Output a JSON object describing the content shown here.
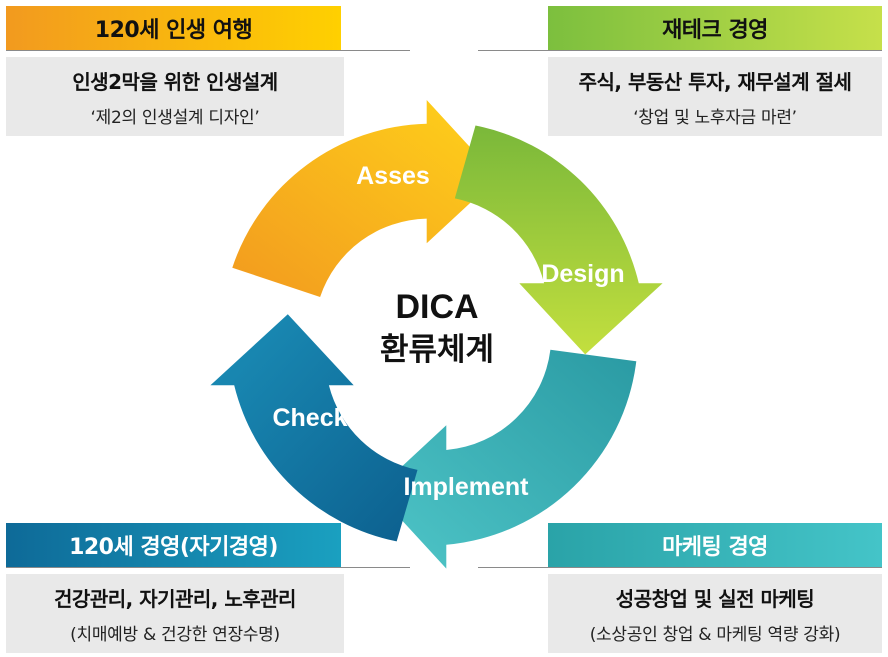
{
  "boxes": {
    "top_left": {
      "title": "120세 인생 여행",
      "line1": "인생2막을 위한 인생설계",
      "line2": "‘제2의 인생설계 디자인’"
    },
    "top_right": {
      "title": "재테크 경영",
      "line1": "주식, 부동산 투자, 재무설계 절세",
      "line2": "‘창업 및 노후자금 마련’"
    },
    "bottom_left": {
      "title": "120세 경영(자기경영)",
      "line1": "건강관리, 자기관리, 노후관리",
      "line2": "(치매예방 & 건강한 연장수명)"
    },
    "bottom_right": {
      "title": "마케팅 경영",
      "line1": "성공창업 및 실전 마케팅",
      "line2": "(소상공인 창업 & 마케팅 역량 강화)"
    }
  },
  "cycle": {
    "center_line1": "DICA",
    "center_line2": "환류체계",
    "stages": [
      "Asses",
      "Design",
      "Implement",
      "Check"
    ]
  },
  "colors": {
    "orange": "#f5a623",
    "green": "#8cc63f",
    "teal": "#3ab0b8",
    "blue": "#1476a6"
  }
}
